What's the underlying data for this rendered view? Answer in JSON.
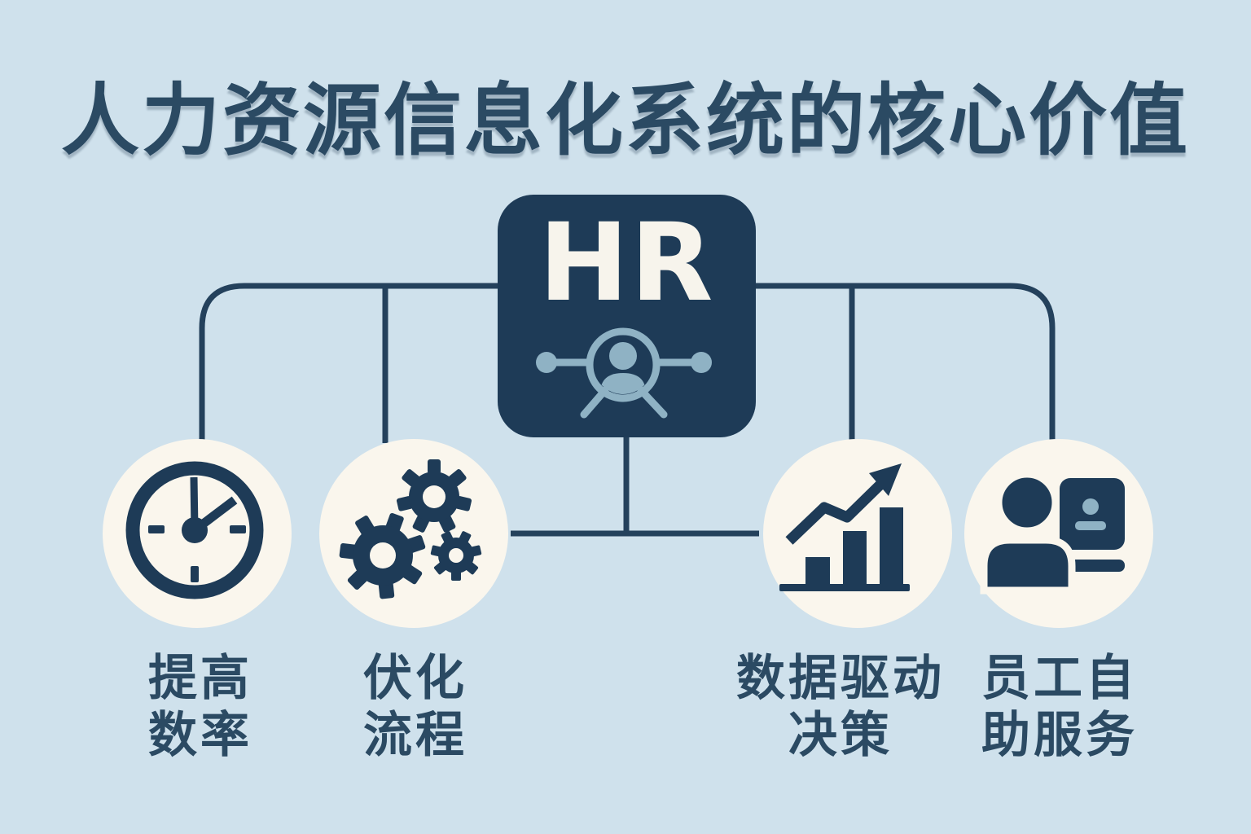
{
  "title": "人力资源信息化系统的核心价值",
  "hr_node": {
    "label": "HR",
    "icon": "hr-person-network-icon"
  },
  "branches": [
    {
      "id": "efficiency",
      "icon": "clock-icon",
      "label_lines": [
        "提高",
        "数率"
      ]
    },
    {
      "id": "process",
      "icon": "gears-icon",
      "label_lines": [
        "伏化",
        "流程"
      ]
    },
    {
      "id": "data-decisions",
      "icon": "growth-chart-icon",
      "label_lines": [
        "数据驱动",
        "决策"
      ]
    },
    {
      "id": "self-service",
      "icon": "employee-screen-icon",
      "label_lines": [
        "员工自",
        "助服务"
      ]
    }
  ],
  "colors": {
    "background": "#cfe1ec",
    "navy": "#1e3b57",
    "line": "#24415c",
    "circle-fill": "#faf6ed",
    "accent-light": "#8fb2c4",
    "title-text": "#2b4a63",
    "hr-text": "#f7f4ec"
  }
}
